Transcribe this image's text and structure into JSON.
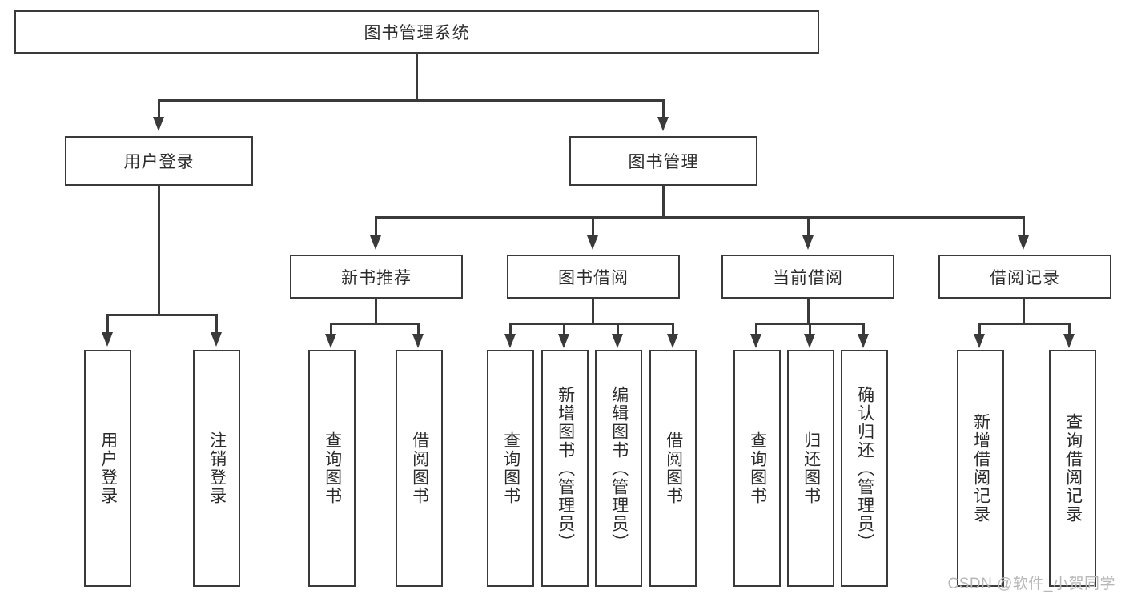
{
  "diagram": {
    "type": "tree",
    "title": "图书管理系统",
    "orientation": "top-down",
    "watermark": "CSDN @软件_小贺同学",
    "colors": {
      "box_border": "#3a3a3a",
      "box_fill": "#ffffff",
      "connector": "#3a3a3a",
      "text": "#2b2b2b",
      "watermark": "#b8b8b8",
      "background": "#ffffff"
    }
  },
  "root": {
    "label": "图书管理系统"
  },
  "level2": [
    {
      "label": "用户登录"
    },
    {
      "label": "图书管理"
    }
  ],
  "level3": [
    {
      "label": "新书推荐"
    },
    {
      "label": "图书借阅"
    },
    {
      "label": "当前借阅"
    },
    {
      "label": "借阅记录"
    }
  ],
  "leaves": {
    "user_login": [
      {
        "label": "用户登录"
      },
      {
        "label": "注销登录"
      }
    ],
    "new_book_recommend": [
      {
        "label": "查询图书"
      },
      {
        "label": "借阅图书"
      }
    ],
    "book_borrow": [
      {
        "label": "查询图书"
      },
      {
        "label": "新增图书（管理员）"
      },
      {
        "label": "编辑图书（管理员）"
      },
      {
        "label": "借阅图书"
      }
    ],
    "current_borrow": [
      {
        "label": "查询图书"
      },
      {
        "label": "归还图书"
      },
      {
        "label": "确认归还（管理员）"
      }
    ],
    "borrow_record": [
      {
        "label": "新增借阅记录"
      },
      {
        "label": "查询借阅记录"
      }
    ]
  }
}
